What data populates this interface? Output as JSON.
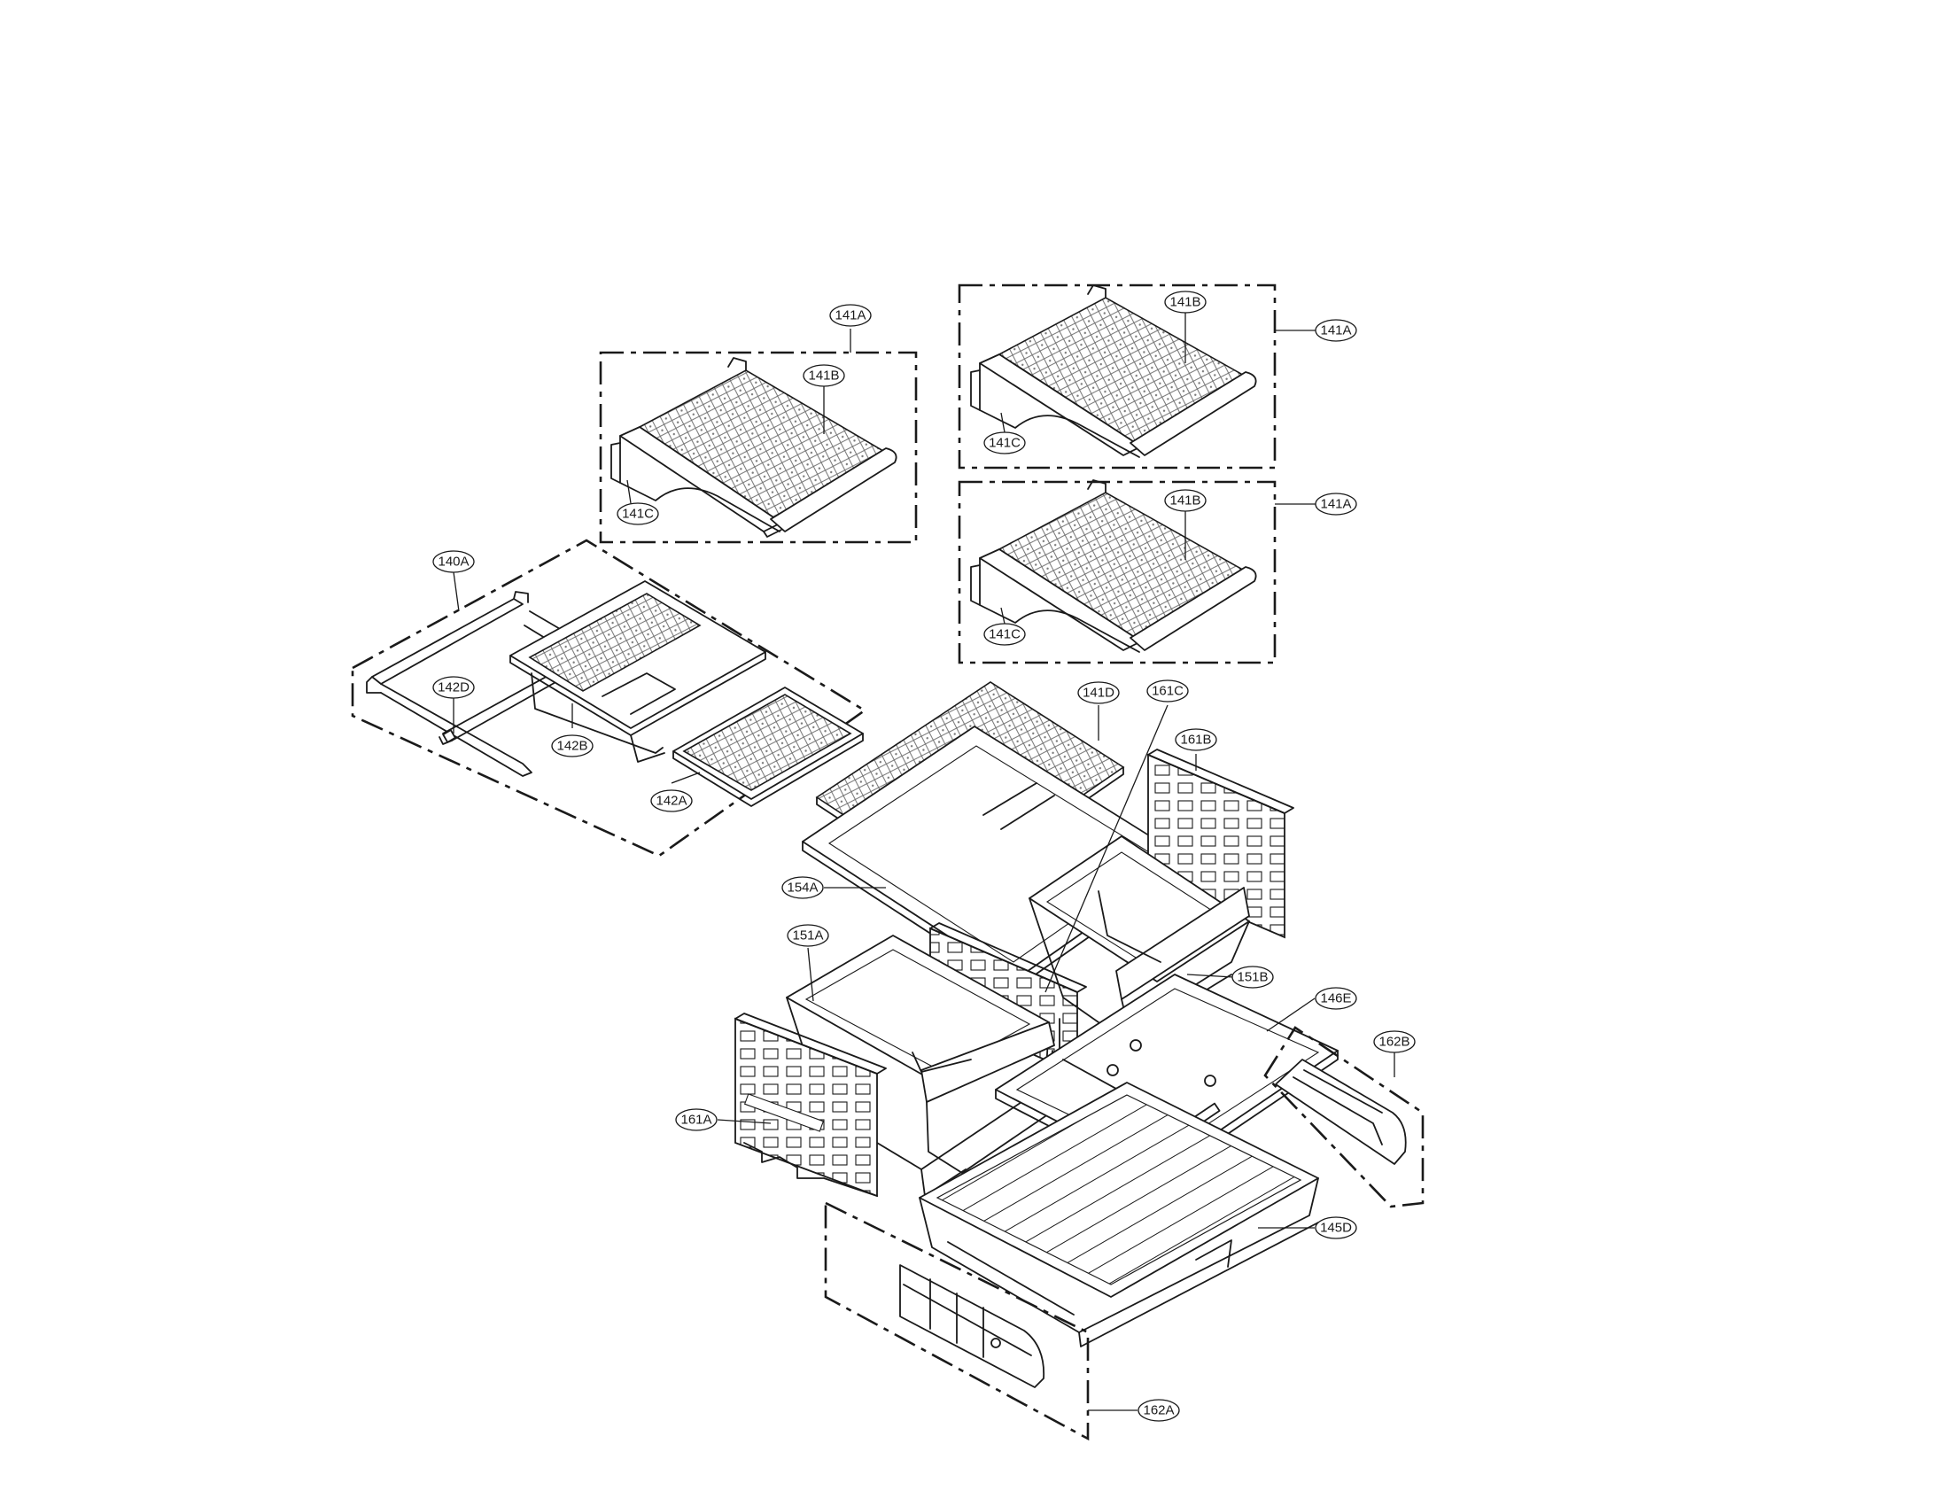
{
  "diagram": {
    "callouts": [
      {
        "id": "c-141A-left",
        "label": "141A"
      },
      {
        "id": "c-141B-left",
        "label": "141B"
      },
      {
        "id": "c-141C-left",
        "label": "141C"
      },
      {
        "id": "c-141B-tr",
        "label": "141B"
      },
      {
        "id": "c-141A-tr",
        "label": "141A"
      },
      {
        "id": "c-141C-tr",
        "label": "141C"
      },
      {
        "id": "c-141B-mr",
        "label": "141B"
      },
      {
        "id": "c-141A-mr",
        "label": "141A"
      },
      {
        "id": "c-141C-mr",
        "label": "141C"
      },
      {
        "id": "c-140A",
        "label": "140A"
      },
      {
        "id": "c-142D",
        "label": "142D"
      },
      {
        "id": "c-142B",
        "label": "142B"
      },
      {
        "id": "c-142A",
        "label": "142A"
      },
      {
        "id": "c-141D",
        "label": "141D"
      },
      {
        "id": "c-161C",
        "label": "161C"
      },
      {
        "id": "c-161B",
        "label": "161B"
      },
      {
        "id": "c-154A",
        "label": "154A"
      },
      {
        "id": "c-151A",
        "label": "151A"
      },
      {
        "id": "c-151B",
        "label": "151B"
      },
      {
        "id": "c-146E",
        "label": "146E"
      },
      {
        "id": "c-162B",
        "label": "162B"
      },
      {
        "id": "c-161A",
        "label": "161A"
      },
      {
        "id": "c-145D",
        "label": "145D"
      },
      {
        "id": "c-162A",
        "label": "162A"
      }
    ]
  }
}
